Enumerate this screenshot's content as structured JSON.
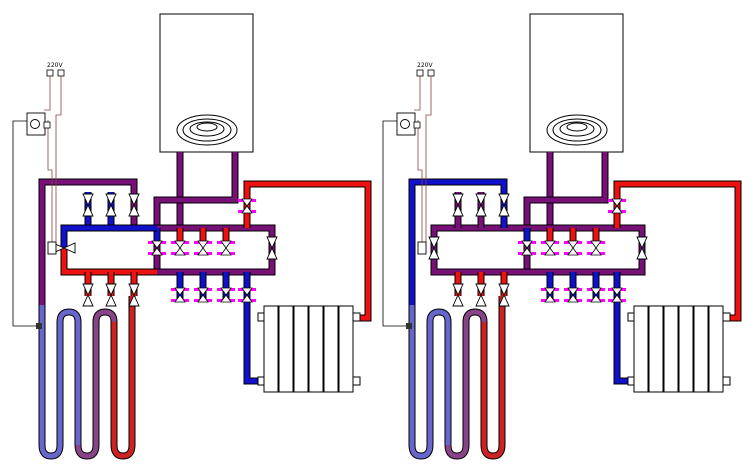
{
  "diagram": {
    "panels": [
      {
        "id": "left",
        "voltage_label": "220V"
      },
      {
        "id": "right",
        "voltage_label": "220V"
      }
    ],
    "colors": {
      "hot": "#ee1111",
      "cold": "#1111cc",
      "mixed": "#771177",
      "shutoff_marker": "#ff00ff",
      "floor_loop_cold": "#6666cc",
      "floor_loop_mixed": "#884488",
      "floor_loop_hot": "#cc2222",
      "wire": "#884444"
    },
    "icons": [
      "boiler-icon",
      "burner-icon",
      "thermostat-icon",
      "socket-icon",
      "valve-icon",
      "radiator-icon",
      "sensor-icon"
    ]
  }
}
